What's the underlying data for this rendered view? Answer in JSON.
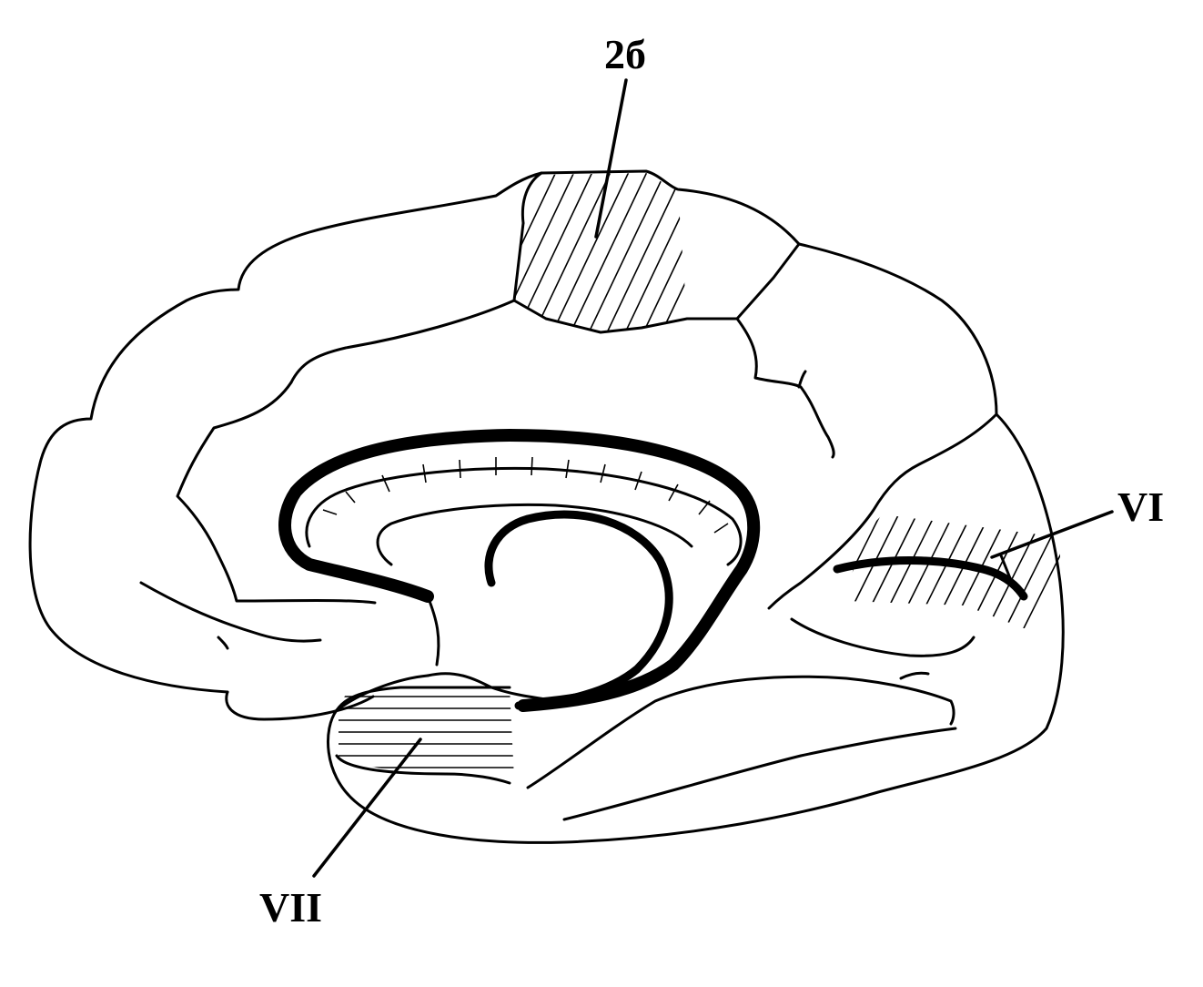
{
  "diagram": {
    "labels": {
      "top": "2б",
      "right": "VI",
      "bottom": "VII"
    },
    "colors": {
      "ink": "#000000",
      "background": "#ffffff"
    }
  }
}
